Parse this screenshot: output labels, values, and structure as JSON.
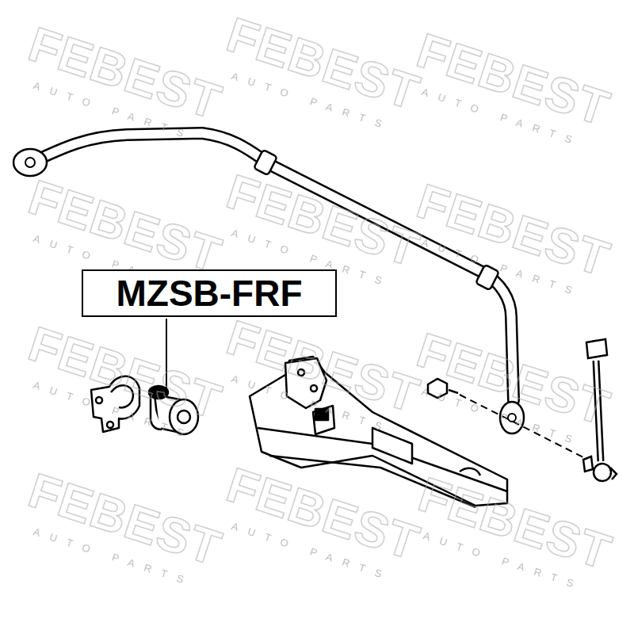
{
  "diagram": {
    "nodes": [
      {
        "text": [
          "MZSB-FRF"
        ]
      }
    ],
    "labels": [
      "FEBEST",
      "AUTO PARTS",
      "FEBEST",
      "AUTO PARTS",
      "FEBEST",
      "AUTO PARTS",
      "FEBEST",
      "AUTO PARTS",
      "FEBEST",
      "AUTO PARTS",
      "FEBEST",
      "AUTO PARTS",
      "FEBEST",
      "AUTO PARTS",
      "FEBEST",
      "AUTO PARTS",
      "FEBEST",
      "AUTO PARTS",
      "FEBEST",
      "AUTO PARTS",
      "FEBEST",
      "AUTO PARTS",
      "FEBEST",
      "AUTO PARTS"
    ]
  }
}
